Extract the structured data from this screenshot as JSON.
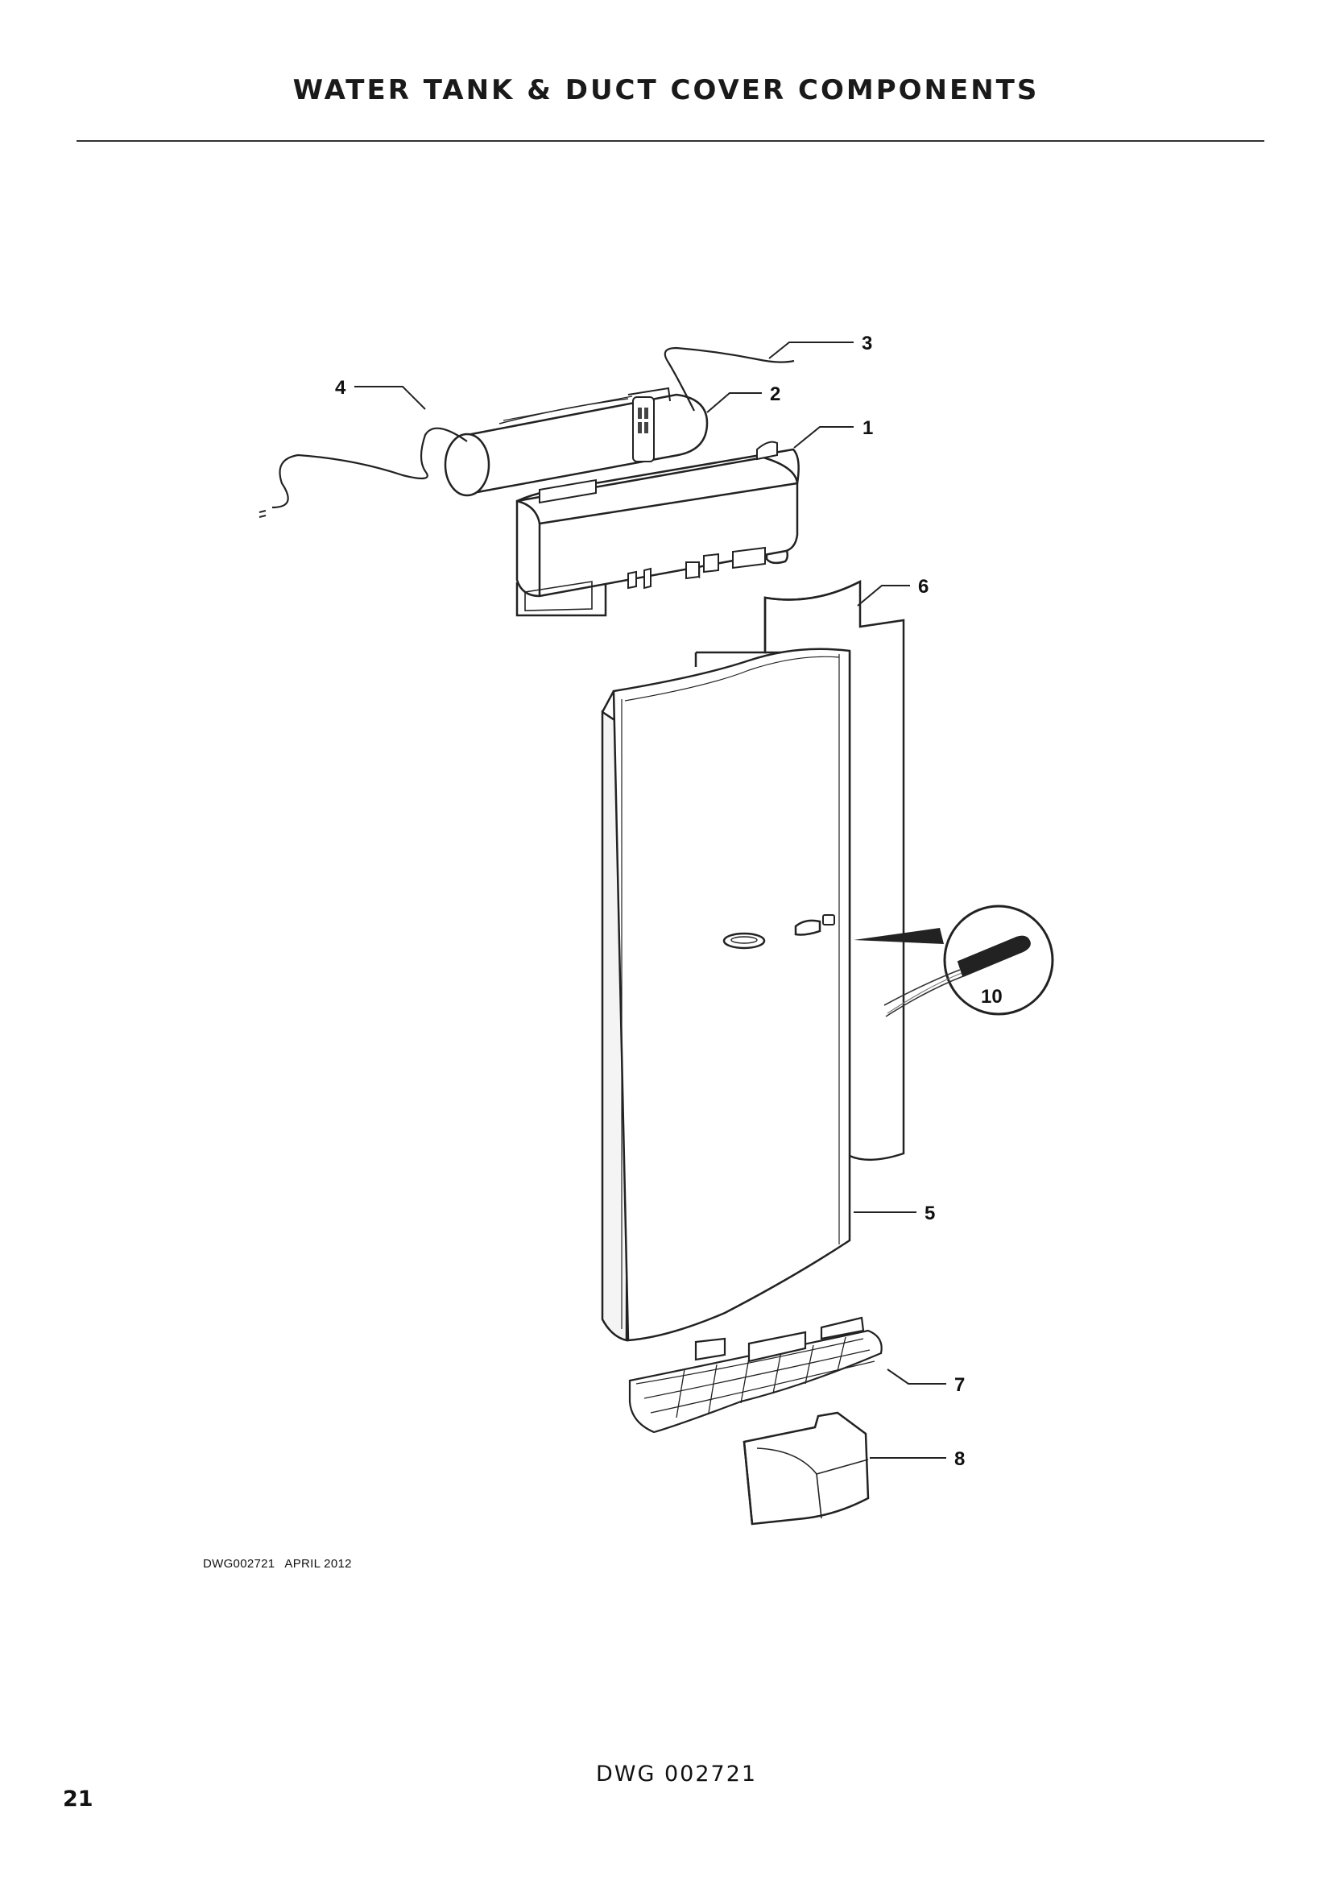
{
  "header": {
    "title": "WATER TANK & DUCT COVER COMPONENTS"
  },
  "diagram": {
    "callouts": [
      {
        "id": "1",
        "label": "1"
      },
      {
        "id": "2",
        "label": "2"
      },
      {
        "id": "3",
        "label": "3"
      },
      {
        "id": "4",
        "label": "4"
      },
      {
        "id": "5",
        "label": "5"
      },
      {
        "id": "6",
        "label": "6"
      },
      {
        "id": "7",
        "label": "7"
      },
      {
        "id": "8",
        "label": "8"
      },
      {
        "id": "10",
        "label": "10"
      }
    ],
    "drawing_number": "DWG002721",
    "drawing_date": "APRIL 2012"
  },
  "footer": {
    "dwg_label": "DWG 002721",
    "page_number": "21"
  }
}
